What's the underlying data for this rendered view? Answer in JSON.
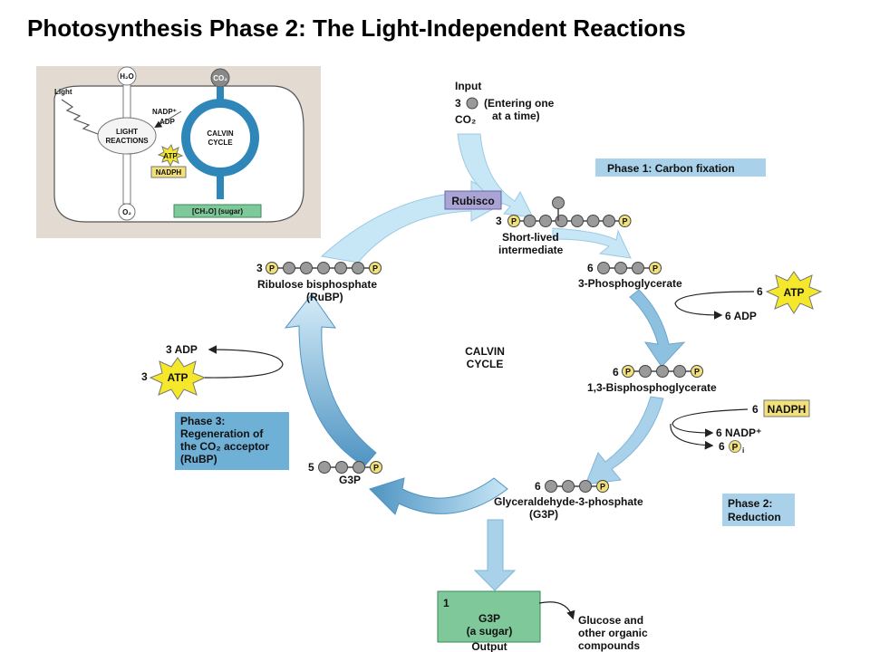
{
  "title": "Photosynthesis Phase 2: The Light-Independent Reactions",
  "colors": {
    "arrow_light": "#c7e6f6",
    "arrow_mid": "#7fb6d8",
    "arrow_dark": "#5a9cc7",
    "phase_box": "#a9d1e9",
    "phase3_box": "#6fb0d7",
    "output_box": "#7fc89a",
    "rubisco_box": "#a9a4d4",
    "phosphate": "#f2e07a",
    "carbon": "#9a9a9a",
    "atp_star": "#f5e82a",
    "nadph_box": "#f2e07a"
  },
  "inset": {
    "h2o": "H₂O",
    "co2": "CO₂",
    "light": "Light",
    "nadp": "NADP⁺",
    "adp": "ADP",
    "light_reactions": [
      "LIGHT",
      "REACTIONS"
    ],
    "calvin_cycle": [
      "CALVIN",
      "CYCLE"
    ],
    "atp": "ATP",
    "nadph": "NADPH",
    "o2": "O₂",
    "sugar": "[CH₂O] (sugar)"
  },
  "input": {
    "heading": "Input",
    "count": "3",
    "note": [
      "(Entering one",
      "at a time)"
    ],
    "molecule": "CO₂"
  },
  "phase1": {
    "label": "Phase 1: Carbon fixation"
  },
  "rubisco": "Rubisco",
  "intermediate": {
    "count": "3",
    "label": [
      "Short-lived",
      "intermediate"
    ]
  },
  "pga": {
    "count": "6",
    "label": "3-Phosphoglycerate"
  },
  "atp_in": {
    "count": "6",
    "label": "ATP"
  },
  "adp_out": "6 ADP",
  "bpg": {
    "count": "6",
    "label": "1,3-Bisphosphoglycerate"
  },
  "nadph_in": {
    "count": "6",
    "label": "NADPH"
  },
  "nadp_out": "6 NADP⁺",
  "pi_out": {
    "count": "6",
    "label": "P",
    "sub": "i"
  },
  "phase2": {
    "label": [
      "Phase 2:",
      "Reduction"
    ]
  },
  "g3p6": {
    "count": "6",
    "label": [
      "Glyceraldehyde-3-phosphate",
      "(G3P)"
    ]
  },
  "output": {
    "count": "1",
    "label": [
      "G3P",
      "(a sugar)"
    ],
    "caption": "Output",
    "product": [
      "Glucose and",
      "other organic",
      "compounds"
    ]
  },
  "g3p5": {
    "count": "5",
    "label": "G3P"
  },
  "phase3": {
    "label": [
      "Phase 3:",
      "Regeneration of",
      "the CO₂ acceptor",
      "(RuBP)"
    ]
  },
  "atp_regen": {
    "count": "3",
    "label": "ATP"
  },
  "adp_regen": "3 ADP",
  "rubp": {
    "count": "3",
    "label": [
      "Ribulose bisphosphate",
      "(RuBP)"
    ]
  },
  "center": [
    "CALVIN",
    "CYCLE"
  ],
  "phosphate_symbol": "P"
}
